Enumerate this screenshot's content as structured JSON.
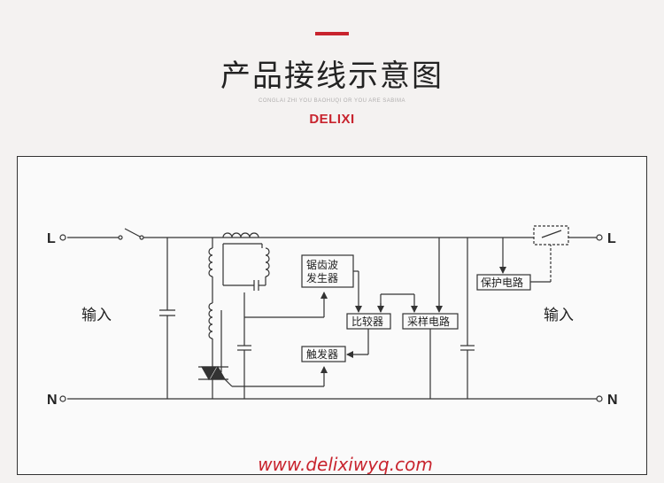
{
  "header": {
    "title": "产品接线示意图",
    "subtitle": "CONGLAI ZHI YOU BAOHUQI OR YOU ARE SABIMA",
    "logo": "DELIXI"
  },
  "diagram": {
    "terminal_left_top": "L",
    "terminal_left_bottom": "N",
    "terminal_right_top": "L",
    "terminal_right_bottom": "N",
    "input_left": "输入",
    "input_right": "输入",
    "blocks": {
      "sawtooth_line1": "锯齿波",
      "sawtooth_line2": "发生器",
      "comparator": "比较器",
      "sampling": "采样电路",
      "trigger": "触发器",
      "protection": "保护电路"
    }
  },
  "footer": {
    "website": "www.delixiwyq.com"
  },
  "colors": {
    "accent": "#c8242e",
    "line": "#333333"
  }
}
